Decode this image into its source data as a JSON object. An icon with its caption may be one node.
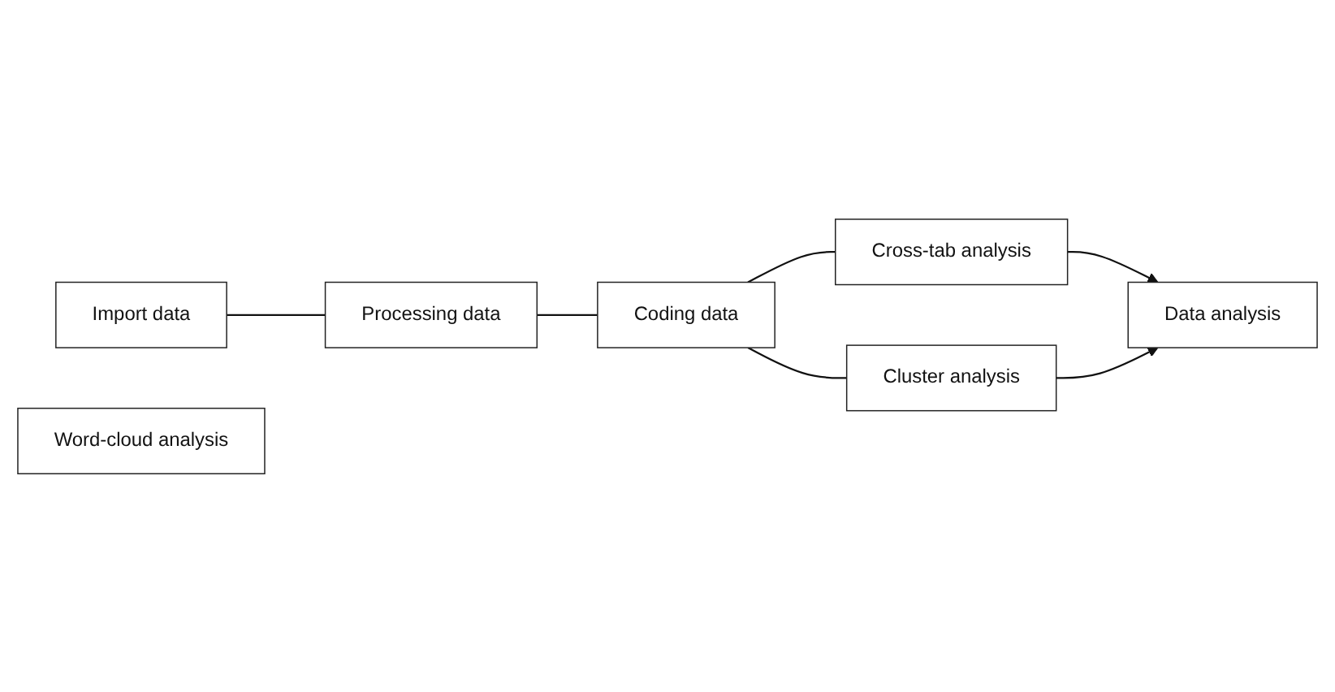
{
  "diagram": {
    "nodes": [
      {
        "text": [
          "Import data"
        ]
      },
      {
        "text": [
          "Processing data"
        ]
      },
      {
        "text": [
          "Coding data"
        ]
      },
      {
        "text": [
          "Cross-tab analysis"
        ]
      },
      {
        "text": [
          "Cluster analysis"
        ]
      },
      {
        "text": [
          "Word-cloud analysis"
        ]
      },
      {
        "text": [
          "Data analysis"
        ]
      }
    ],
    "edges": [
      {
        "from": 0,
        "to": 1,
        "arrow": "none"
      },
      {
        "from": 1,
        "to": 2,
        "arrow": "none"
      },
      {
        "from": 2,
        "to": 3,
        "arrow": "none"
      },
      {
        "from": 2,
        "to": 4,
        "arrow": "none"
      },
      {
        "from": 3,
        "to": 6,
        "arrow": "to"
      },
      {
        "from": 4,
        "to": 6,
        "arrow": "to"
      }
    ]
  }
}
